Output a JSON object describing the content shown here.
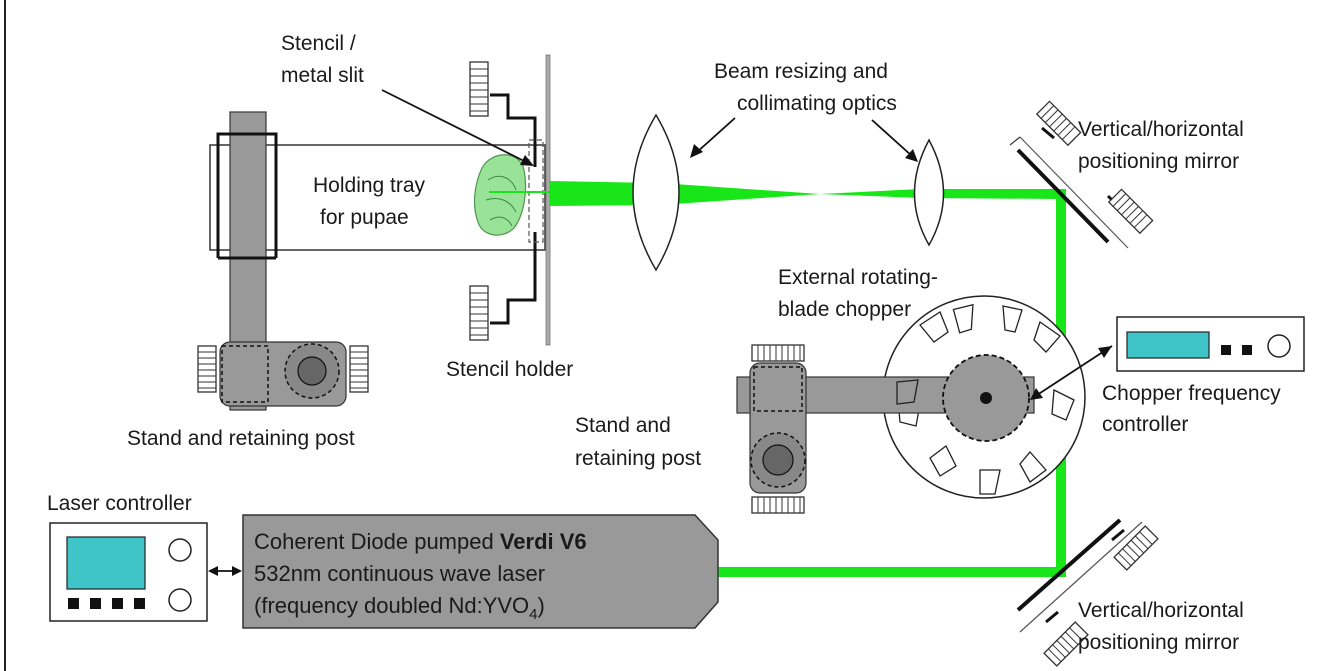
{
  "labels": {
    "stencil_slit_line1": "Stencil /",
    "stencil_slit_line2": "metal slit",
    "holding_tray_line1": "Holding tray",
    "holding_tray_line2": "for pupae",
    "stencil_holder": "Stencil holder",
    "stand_post_left": "Stand and retaining post",
    "beam_optics_line1": "Beam resizing and",
    "beam_optics_line2": "collimating optics",
    "mirror_top_line1": "Vertical/horizontal",
    "mirror_top_line2": "positioning mirror",
    "chopper_line1": "External rotating-",
    "chopper_line2": "blade chopper",
    "chopper_ctrl_line1": "Chopper frequency",
    "chopper_ctrl_line2": "controller",
    "stand_post_right_line1": "Stand and",
    "stand_post_right_line2": "retaining post",
    "laser_controller": "Laser controller",
    "laser_line1_pre": "Coherent Diode pumped ",
    "laser_line1_bold": "Verdi V6",
    "laser_line2": "532nm continuous wave laser",
    "laser_line3_pre": "(frequency doubled Nd:YVO",
    "laser_line3_sub": "4",
    "laser_line3_post": ")",
    "mirror_bottom_line1": "Vertical/horizontal",
    "mirror_bottom_line2": "positioning mirror"
  },
  "colors": {
    "beam": "#19e619",
    "screen": "#3fc4c8",
    "post": "#999999",
    "laser_body": "#999999",
    "pupa": "#8fe08f"
  }
}
